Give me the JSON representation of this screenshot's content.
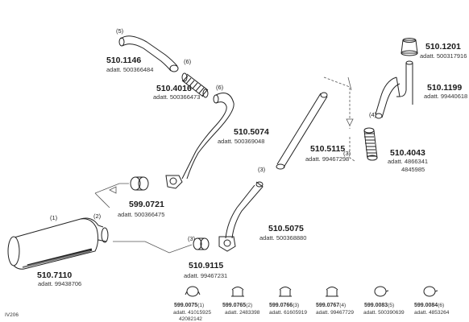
{
  "parts": [
    {
      "number": "510.1146",
      "adatt": "adatt. 500366484",
      "callout": "(5)"
    },
    {
      "number": "510.4016",
      "adatt": "adatt. 500366473",
      "callout": "(6)"
    },
    {
      "number": "510.5074",
      "adatt": "adatt. 500369048",
      "callout": "(6)"
    },
    {
      "number": "599.0721",
      "adatt": "adatt. 500366475",
      "callout": ""
    },
    {
      "number": "510.7110",
      "adatt": "adatt. 99438706",
      "callout": "(1)"
    },
    {
      "number": "510.9115",
      "adatt": "adatt. 99467231",
      "callout": "(3)"
    },
    {
      "number": "510.5075",
      "adatt": "adatt. 500368880",
      "callout": "(3)"
    },
    {
      "number": "510.5115",
      "adatt": "adatt. 99467298",
      "callout": "(3)"
    },
    {
      "number": "510.1201",
      "adatt": "adatt. 500317916",
      "callout": ""
    },
    {
      "number": "510.1199",
      "adatt": "adatt. 99440618",
      "callout": ""
    },
    {
      "number": "510.4043",
      "adatt": "adatt. 4866341",
      "adatt2": "4845985",
      "callout": "(4)"
    }
  ],
  "extra_callouts": {
    "muffler_pipe": "(2)"
  },
  "clamps": [
    {
      "number": "599.0075",
      "qty": "(1)",
      "adatt": "adatt. 41015925",
      "adatt2": "42082142"
    },
    {
      "number": "599.0765",
      "qty": "(2)",
      "adatt": "adatt. 2483398"
    },
    {
      "number": "599.0766",
      "qty": "(3)",
      "adatt": "adatt. 61605919"
    },
    {
      "number": "599.0767",
      "qty": "(4)",
      "adatt": "adatt. 99467729"
    },
    {
      "number": "599.0083",
      "qty": "(5)",
      "adatt": "adatt. 500390639"
    },
    {
      "number": "599.0084",
      "qty": "(6)",
      "adatt": "adatt. 4853264"
    }
  ],
  "diagram_code": "IV206"
}
